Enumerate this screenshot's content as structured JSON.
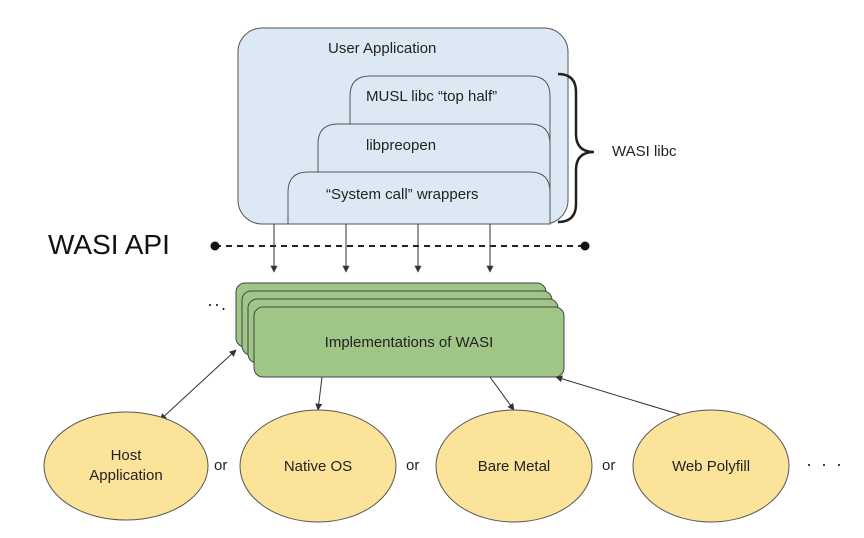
{
  "diagram": {
    "user_application": "User Application",
    "musl_top_half": "MUSL libc “top half”",
    "libpreopen": "libpreopen",
    "syscall_wrappers": "“System call” wrappers",
    "wasi_libc": "WASI libc",
    "wasi_api": "WASI API",
    "implementations": "Implementations of WASI",
    "more_impls": "··.",
    "host_application": "Host Application",
    "native_os": "Native OS",
    "bare_metal": "Bare Metal",
    "web_polyfill": "Web Polyfill",
    "or_1": "or",
    "or_2": "or",
    "or_3": "or",
    "more_targets": "· · ·"
  },
  "colors": {
    "libc_fill": "#dce9f5",
    "impl_fill": "#9fc587",
    "target_fill": "#fbe49a",
    "stroke": "#4a4a4a"
  }
}
